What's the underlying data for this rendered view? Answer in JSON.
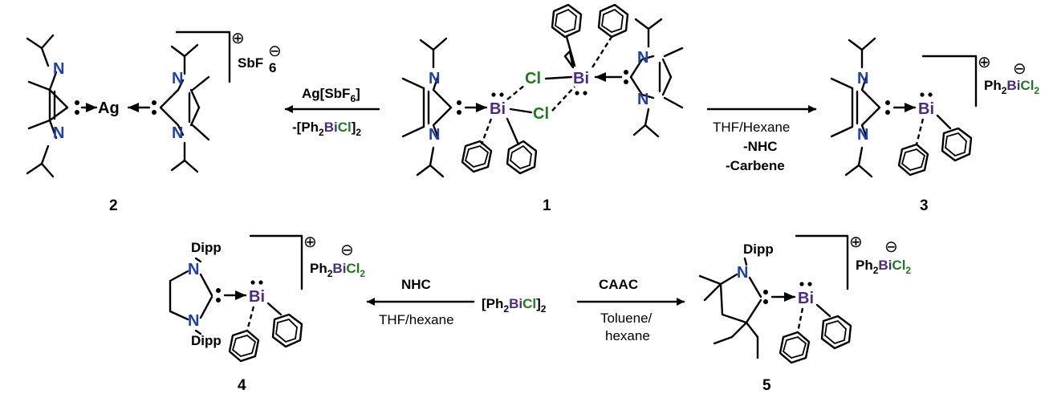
{
  "compounds": {
    "c1": {
      "number": "1"
    },
    "c2": {
      "number": "2",
      "charge": "⊕",
      "anion_main": "SbF",
      "anion_sub": "6",
      "anion_charge": "⊖"
    },
    "c3": {
      "number": "3",
      "charge": "⊕",
      "anion_ph": "Ph",
      "anion_ph_sub": "2",
      "anion_bi": "Bi",
      "anion_cl": "Cl",
      "anion_cl_sub": "2",
      "anion_charge": "⊖"
    },
    "c4": {
      "number": "4",
      "charge": "⊕",
      "anion_ph": "Ph",
      "anion_ph_sub": "2",
      "anion_bi": "Bi",
      "anion_cl": "Cl",
      "anion_cl_sub": "2",
      "anion_charge": "⊖"
    },
    "c5": {
      "number": "5",
      "charge": "⊕",
      "anion_ph": "Ph",
      "anion_ph_sub": "2",
      "anion_bi": "Bi",
      "anion_cl": "Cl",
      "anion_cl_sub": "2",
      "anion_charge": "⊖"
    }
  },
  "atoms": {
    "N": "N",
    "Bi": "Bi",
    "Cl": "Cl",
    "Ag": "Ag",
    "Dipp": "Dipp"
  },
  "arrows": {
    "to2": {
      "top": "Ag[SbF",
      "top_sub": "6",
      "top_end": "]",
      "bottom": "-[Ph",
      "bottom_sub": "2",
      "bottom_bi": "Bi",
      "bottom_cl": "Cl",
      "bottom_end": "]",
      "bottom_sub2": "2"
    },
    "to3": {
      "line1": "THF/Hexane",
      "line2": "-NHC",
      "line3": "-Carbene"
    },
    "to4": {
      "top": "NHC",
      "bottom": "THF/hexane"
    },
    "to5": {
      "top": "CAAC",
      "bottom1": "Toluene/",
      "bottom2": "hexane"
    }
  },
  "reagent": {
    "open": "[Ph",
    "sub": "2",
    "bi": "Bi",
    "cl": "Cl",
    "close": "]",
    "sub2": "2"
  },
  "colors": {
    "nitrogen": "#1f3fb0",
    "bismuth": "#4b2a82",
    "chlorine": "#1d7a1d",
    "black": "#000000"
  }
}
